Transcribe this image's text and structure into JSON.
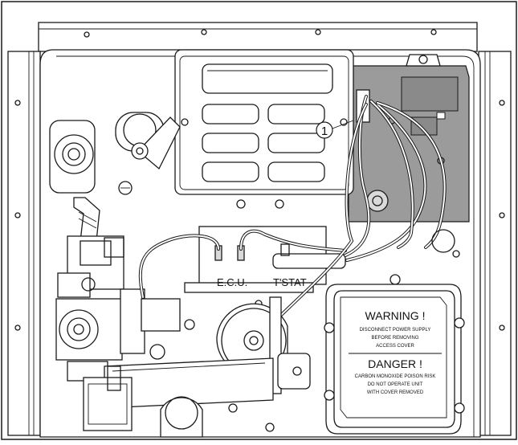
{
  "labels": {
    "callout": "1",
    "ecu": "E.C.U.",
    "tstat": "T'STAT"
  },
  "warning_panel": {
    "warning_title": "WARNING !",
    "warning_line1": "DISCONNECT POWER SUPPLY",
    "warning_line2": "BEFORE REMOVING",
    "warning_line3": "ACCESS COVER",
    "danger_title": "DANGER !",
    "danger_line1": "CARBON MONOXIDE POISON RISK",
    "danger_line2": "DO NOT OPERATE UNIT",
    "danger_line3": "WITH COVER REMOVED"
  },
  "colors": {
    "line": "#1a1a1a",
    "board_fill": "#9b9b9b",
    "panel_fill": "#ffffff"
  }
}
